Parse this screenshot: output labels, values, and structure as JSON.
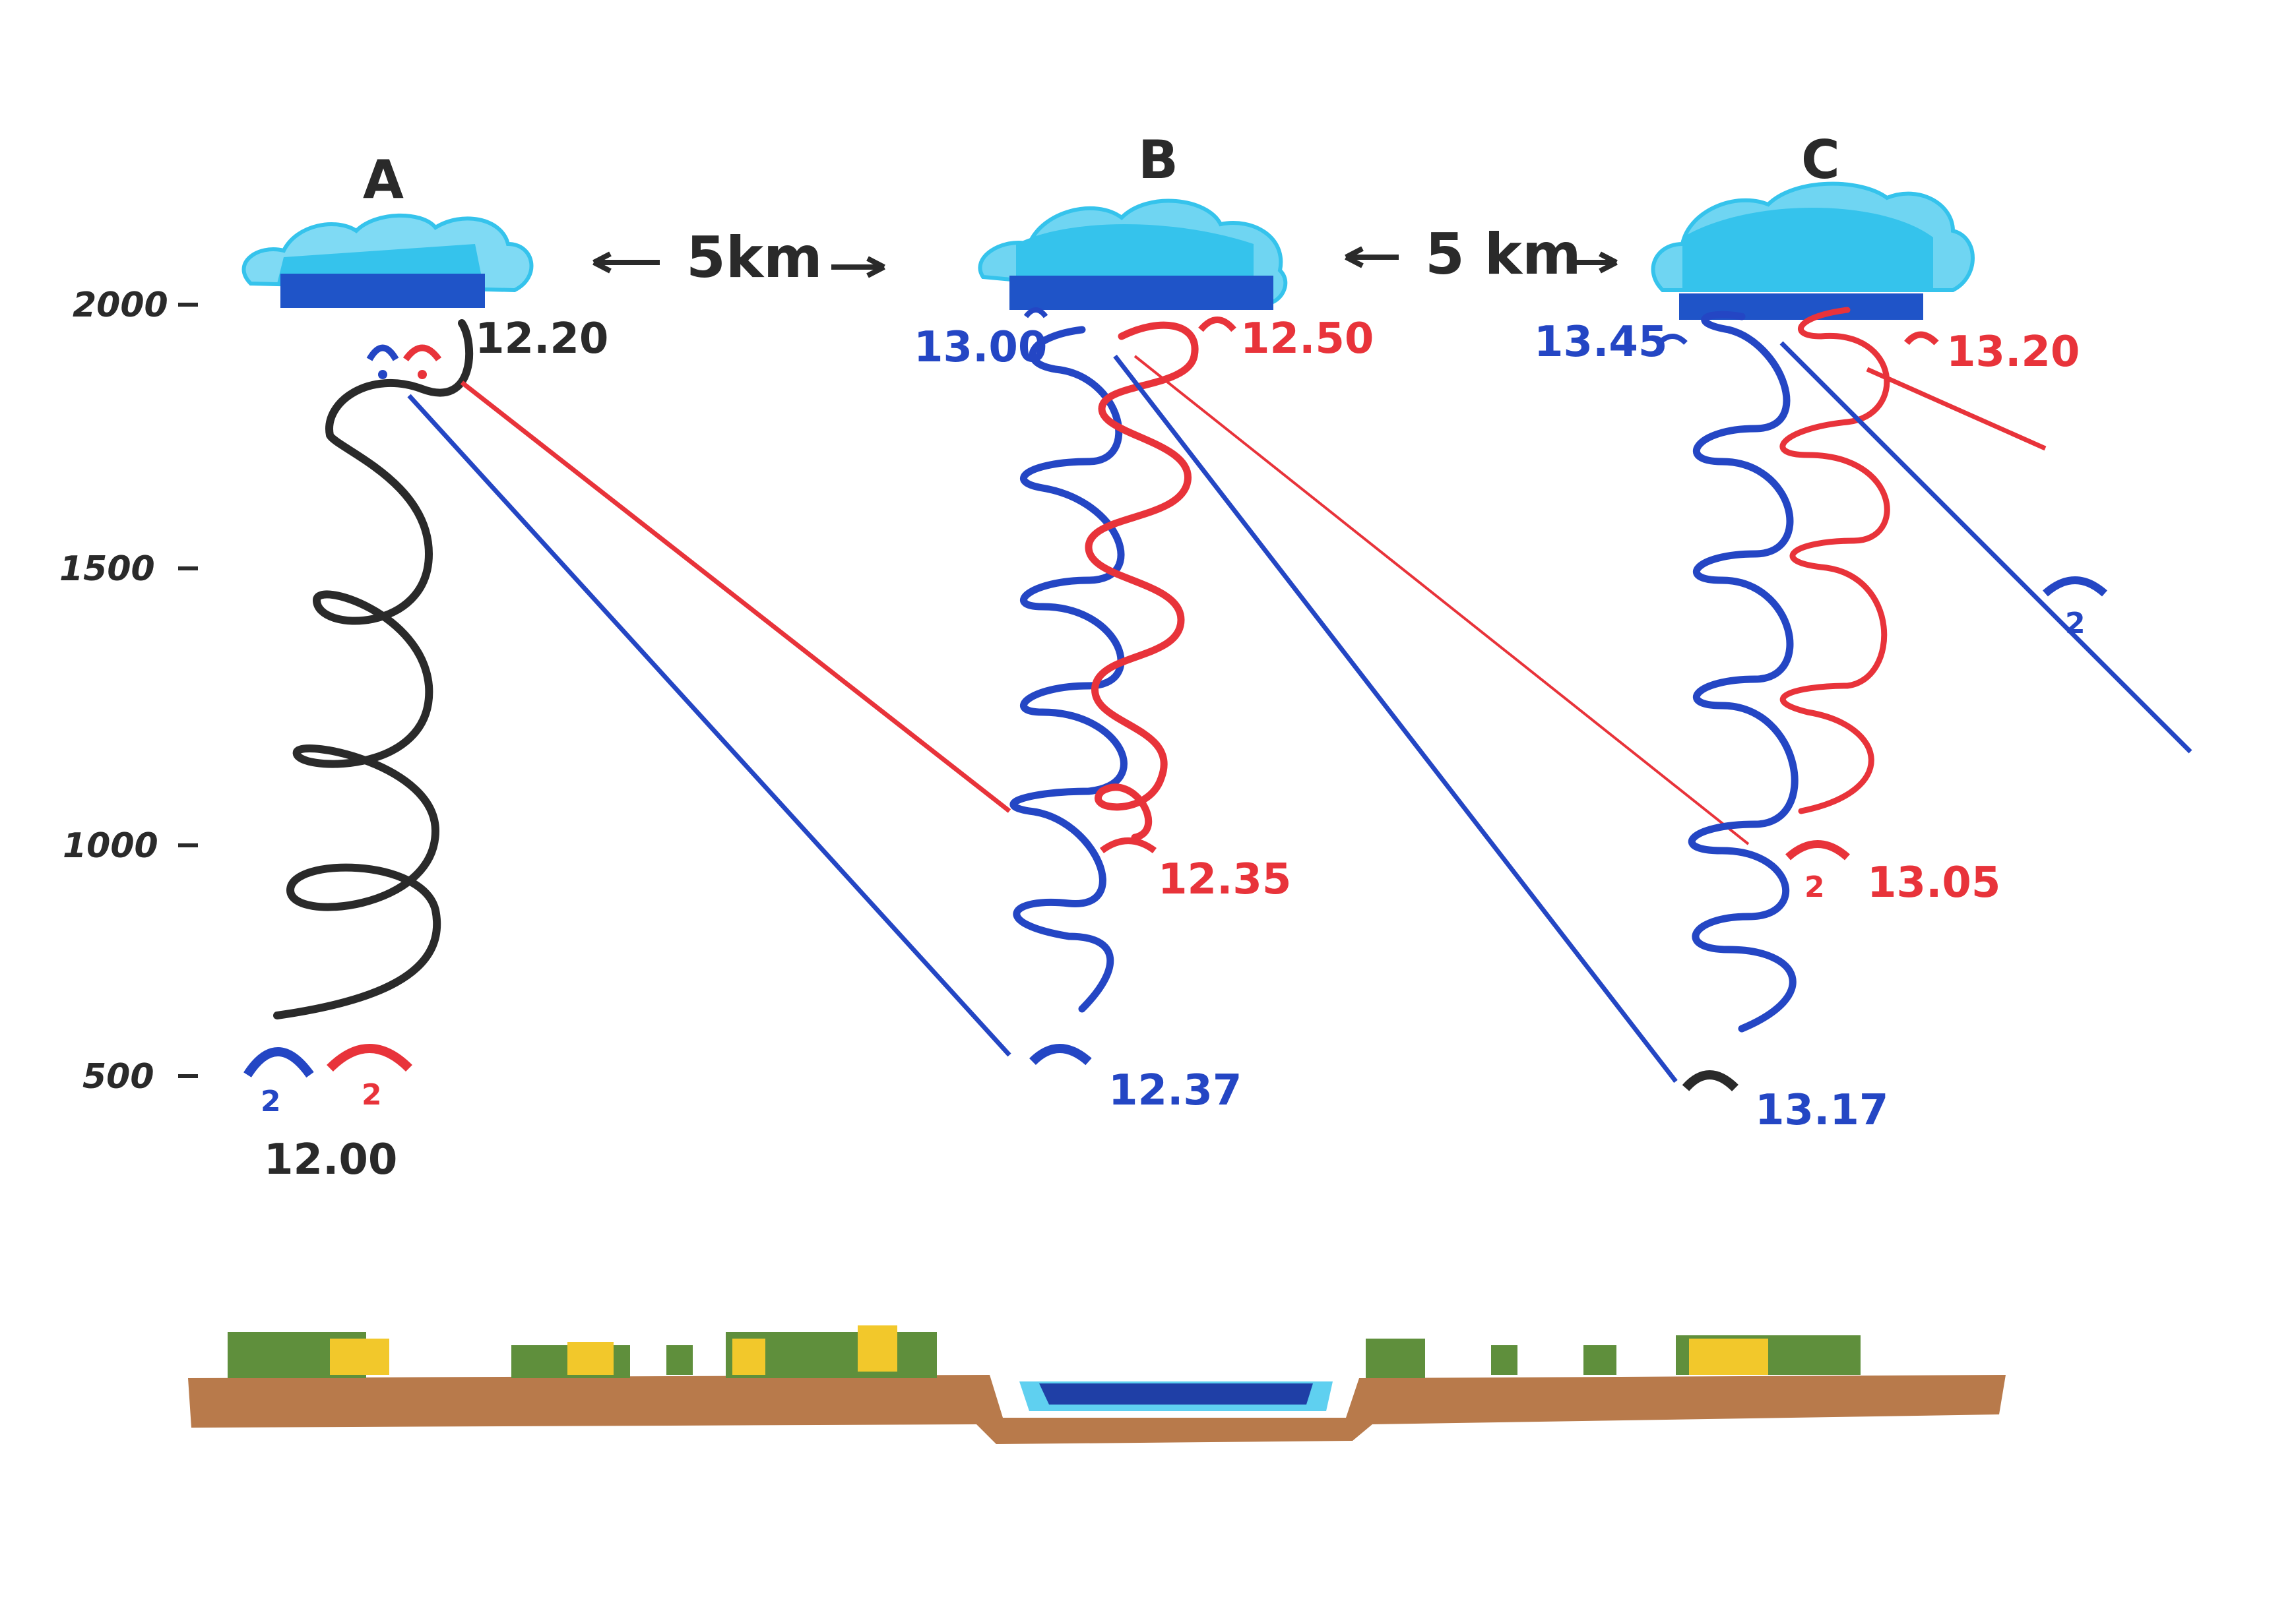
{
  "stations": [
    {
      "label": "A"
    },
    {
      "label": "B"
    },
    {
      "label": "C"
    }
  ],
  "distances": [
    {
      "text": "5km"
    },
    {
      "text": "5 km"
    }
  ],
  "altitude_ticks": [
    "2000",
    "1500",
    "1000",
    "500"
  ],
  "time_labels": {
    "a_top": "12.20",
    "a_bottom": "12.00",
    "b_top_blue": "13.00",
    "b_top_red": "12.50",
    "b_mid_red": "12.35",
    "b_bottom_blue": "12.37",
    "c_top_blue": "13.45",
    "c_top_red": "13.20",
    "c_mid_red": "13.05",
    "c_bottom_blue": "13.17"
  },
  "colors": {
    "blue": "#2446c4",
    "red": "#e8333a",
    "black": "#2a2a2a",
    "cloud_light": "#35c3ec",
    "cloud_dark": "#1f54c8",
    "soil": "#b87a4b",
    "grass_green": "#5f8f3c",
    "grass_yellow": "#f2c82b",
    "water_dark": "#1f3fa6",
    "water_light": "#5fd0f0"
  },
  "icons": [
    "glider-icon-blue",
    "glider-icon-red",
    "glider-icon-black",
    "cloud-icon",
    "lake-icon"
  ]
}
